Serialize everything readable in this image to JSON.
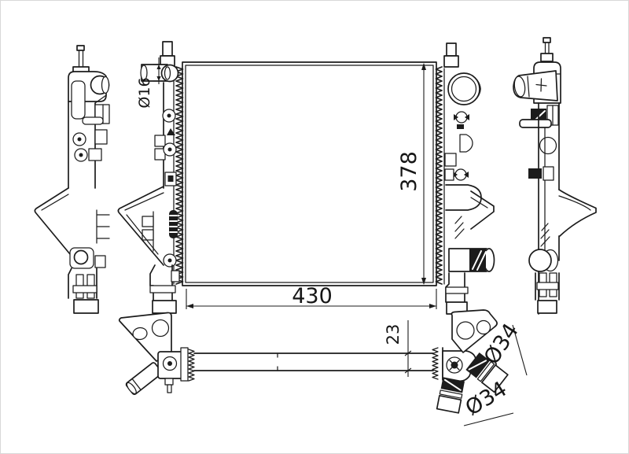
{
  "drawing": {
    "kind": "radiator technical drawing",
    "background_color": "#ffffff",
    "line_color": "#1c1c1c",
    "labels": {
      "inlet_diameter": "Ø16",
      "core_height": "378",
      "core_width": "430",
      "core_depth": "23",
      "hose_upper_diameter": "Ø34",
      "hose_lower_diameter": "Ø34"
    }
  }
}
